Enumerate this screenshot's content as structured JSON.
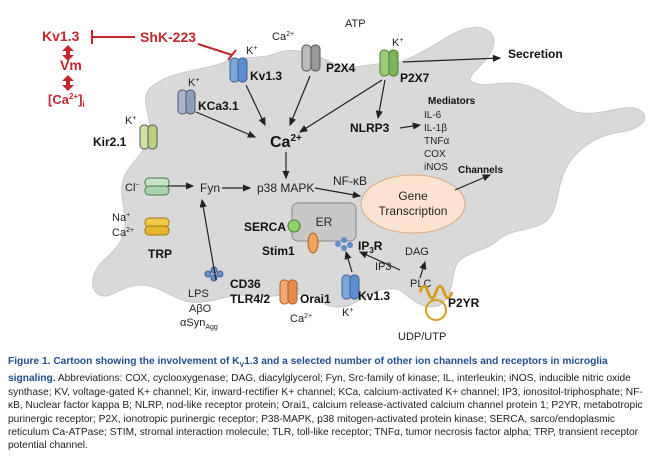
{
  "labels": {
    "kv13_top": "Kv1.3",
    "vm": "Vm",
    "ca_i": "[Ca",
    "ca_i_sup": "2+",
    "ca_i_close": "]",
    "ca_i_sub": "i",
    "shk": "ShK-223",
    "atp": "ATP",
    "ca2plus_small": "Ca",
    "sup2": "2+",
    "kplus": "K",
    "sup_plus": "+",
    "kv13_channel": "Kv1.3",
    "p2x4": "P2X4",
    "p2x7": "P2X7",
    "secretion": "Secretion",
    "kca31": "KCa3.1",
    "kir21": "Kir2.1",
    "ca2_center": "Ca",
    "nlrp3": "NLRP3",
    "mediators": "Mediators",
    "il6": "IL-6",
    "il1b": "IL-1β",
    "tnfa": "TNFα",
    "cox": "COX",
    "inos": "iNOS",
    "cl": "Cl",
    "sup_minus": "−",
    "fyn": "Fyn",
    "p38": "p38 MAPK",
    "nfkb": "NF-κB",
    "channels": "Channels",
    "gene": "Gene",
    "transcription": "Transcription",
    "na": "Na",
    "trp": "TRP",
    "serca": "SERCA",
    "er": "ER",
    "stim1": "Stim1",
    "ip3r": "IP",
    "ip3r_sub": "3",
    "ip3r_r": "R",
    "dag": "DAG",
    "ip3": "IP3",
    "plc": "PLC",
    "lps": "LPS",
    "abo": "AβO",
    "asyn": "αSyn",
    "asyn_sub": "Agg",
    "cd36": "CD36",
    "tlr": "TLR4/2",
    "orai1": "Orai1",
    "kv13_bottom": "Kv1.3",
    "p2yr": "P2YR",
    "udp": "UDP/UTP"
  },
  "caption": {
    "figure_label": "Figure 1.",
    "title": "Cartoon showing the involvement of K",
    "title_sub": "V",
    "title_rest": "1.3 and a selected number of other ion channels and receptors in microglia signaling.",
    "body": "Abbreviations: COX, cyclooxygenase; DAG, diacylglycerol; Fyn, Src-family of kinase; IL, interleukin; iNOS, inducible nitric oxide synthase; KV, voltage-gated K+ channel; Kir, inward-rectifier K+ channel; KCa, calcium-activated K+ channel; IP3, ionositol-triphosphate; NF-κB, Nuclear factor kappa B; NLRP, nod-like receptor protein; Orai1, calcium release-activated calcium channel protein 1; P2YR, metabotropic purinergic receptor; P2X, ionotropic purinergic receptor; P38-MAPK, p38 mitogen-activated protein kinase; SERCA, sarco/endoplasmic reticulum Ca-ATPase; STIM, stromal interaction molecule; TLR, toll-like receptor; TNFα, tumor necrosis factor alpha; TRP, transient receptor potential channel."
  },
  "colors": {
    "cell": "#d9d9d9",
    "red": "#c0282d",
    "caption_blue": "#1f4e8c",
    "nucleus": "#fbe3d0"
  }
}
